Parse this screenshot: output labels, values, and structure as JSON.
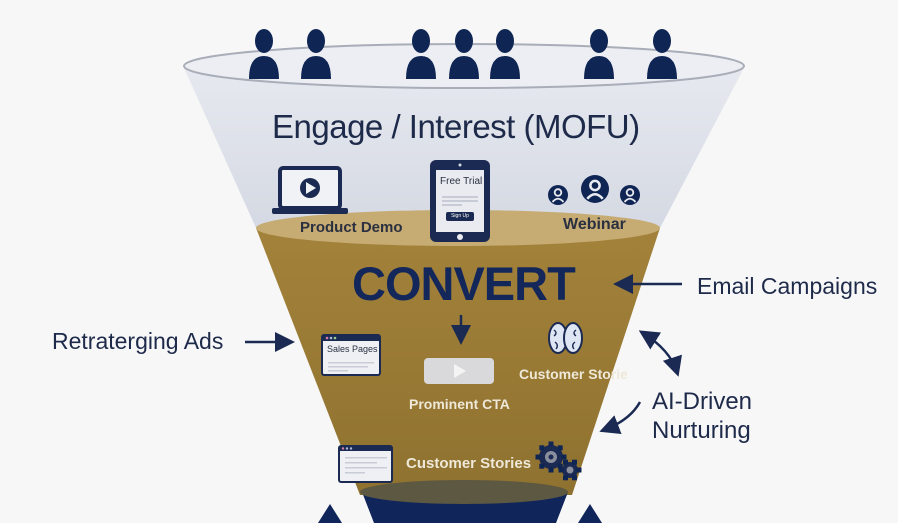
{
  "stages": {
    "top": {
      "title": "Engage / Interest (MOFU)",
      "audience_count": 7,
      "items": [
        {
          "icon": "laptop-play-icon",
          "label": "Product Demo"
        },
        {
          "icon": "tablet-icon",
          "label": "Free Trial",
          "button_label": "Sign Up"
        },
        {
          "icon": "webinar-people-icon",
          "label": "Webinar"
        }
      ]
    },
    "middle": {
      "title": "CONVERT",
      "items": [
        {
          "icon": "browser-window-icon",
          "label": "Sales Pages"
        },
        {
          "icon": "play-button-icon",
          "label": "Prominent CTA"
        },
        {
          "icon": "brain-icon",
          "label": "Customer Stories"
        },
        {
          "icon": "browser-window-icon",
          "label": ""
        },
        {
          "label": "Customer Stories",
          "icon": "gears-icon"
        }
      ]
    }
  },
  "callouts": {
    "email": "Email Campaigns",
    "retargeting": "Retraterging Ads",
    "ai_line1": "AI-Driven",
    "ai_line2": "Nurturing"
  },
  "colors": {
    "navy": "#0f2554",
    "gold": "#9a7a33",
    "funnel_top": "#d7dbe5",
    "background": "#f7f7f8"
  }
}
